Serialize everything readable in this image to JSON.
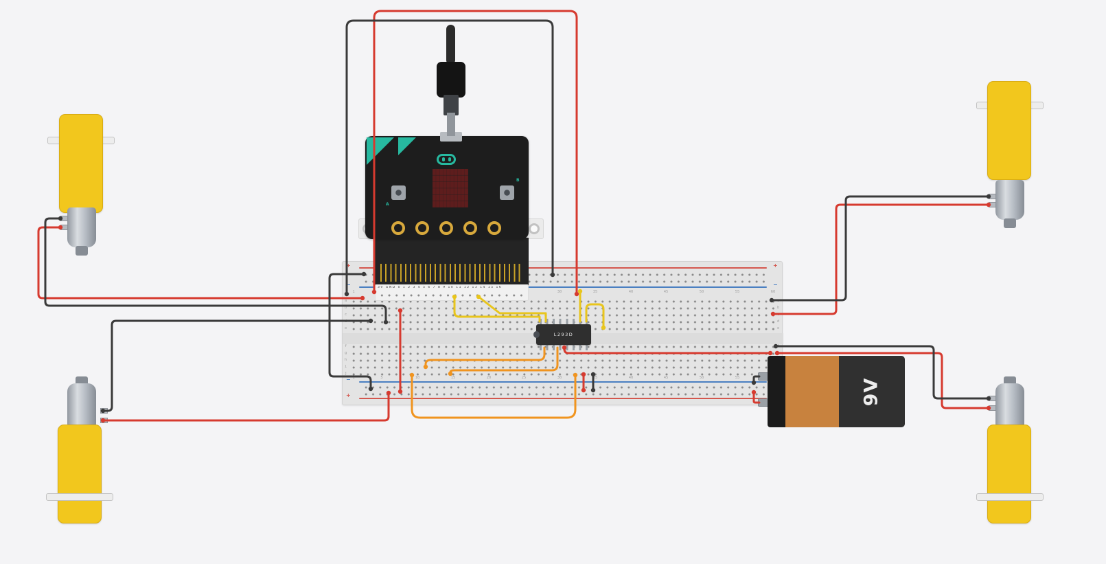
{
  "canvas": {
    "background": "#f4f4f6"
  },
  "microbit": {
    "button_a_label": "A",
    "button_b_label": "B",
    "pin_labels": [
      "3V",
      "GND",
      "0",
      "1",
      "2",
      "3",
      "4",
      "5",
      "6",
      "7",
      "8",
      "9",
      "10",
      "11",
      "12",
      "13",
      "14",
      "15",
      "16"
    ],
    "colors": {
      "board": "#1d1d1d",
      "accent_teal": "#27b9a0",
      "led_dark_red": "#5e1d1d",
      "pad_gold": "#d8a93c"
    }
  },
  "breadboard": {
    "column_numbers": [
      "1",
      "5",
      "10",
      "15",
      "20",
      "25",
      "30",
      "35",
      "40",
      "45",
      "50",
      "55",
      "60"
    ],
    "row_letters": [
      "a",
      "b",
      "c",
      "d",
      "e",
      "f",
      "g",
      "h",
      "i",
      "j"
    ],
    "rail_positive": "+",
    "rail_negative": "−",
    "colors": {
      "body": "#e4e4e4",
      "rail_red": "#d4574e",
      "rail_blue": "#4a7fc1",
      "hole": "#8a8a8a"
    }
  },
  "chip": {
    "label": "L293D",
    "body_color": "#2f2f2f"
  },
  "battery": {
    "label": "9V",
    "colors": {
      "body": "#303030",
      "band": "#c8823e",
      "cap": "#1b1b1b"
    }
  },
  "motors": {
    "body_color": "#f2c71d",
    "can_color": "#aab0b8"
  },
  "usb": {
    "cable_color": "#2b2b2b"
  },
  "wire_colors": {
    "red": "#d63a2f",
    "black": "#3a3a3a",
    "yellow": "#e8c51c",
    "orange": "#f0941f"
  }
}
